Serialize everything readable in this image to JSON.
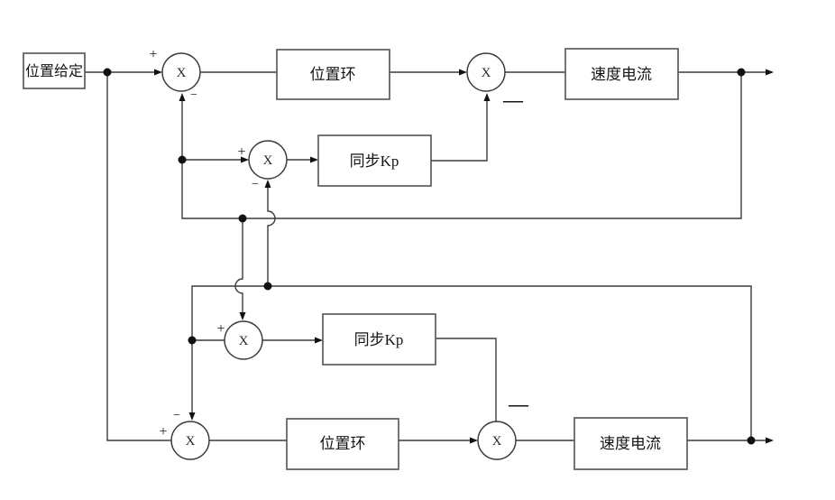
{
  "blocks": {
    "position_setpoint": "位置给定",
    "top_position_loop": "位置环",
    "top_speed_current": "速度电流",
    "top_sync_kp": "同步Kp",
    "bottom_sync_kp": "同步Kp",
    "bottom_position_loop": "位置环",
    "bottom_speed_current": "速度电流"
  },
  "junction_symbol": "X",
  "signs": {
    "plus": "+",
    "minus": "−",
    "long_minus": "—"
  },
  "colors": {
    "background": "#ffffff",
    "line": "#3c3c3c",
    "box_border": "#5c5c5c",
    "text": "#151515"
  }
}
